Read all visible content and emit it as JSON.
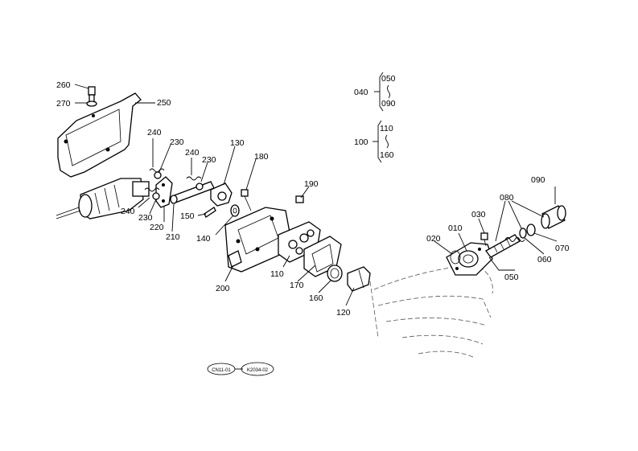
{
  "labels": {
    "l260": "260",
    "l270": "270",
    "l250": "250",
    "l240a": "240",
    "l230a": "230",
    "l240b": "240",
    "l230b": "230",
    "l130": "130",
    "l180": "180",
    "l190": "190",
    "l240c": "240",
    "l230c": "230",
    "l220": "220",
    "l210": "210",
    "l150": "150",
    "l140": "140",
    "l200": "200",
    "l110": "110",
    "l170": "170",
    "l160": "160",
    "l120": "120",
    "l040": "040",
    "l050a": "050",
    "l090a": "090",
    "l100": "100",
    "l110b": "110",
    "l160b": "160",
    "l030": "030",
    "l010": "010",
    "l020": "020",
    "l080": "080",
    "l090b": "090",
    "l070": "070",
    "l060": "060",
    "l050b": "050"
  },
  "stamps": {
    "left": "CN11-01",
    "right": "K2034-02"
  }
}
